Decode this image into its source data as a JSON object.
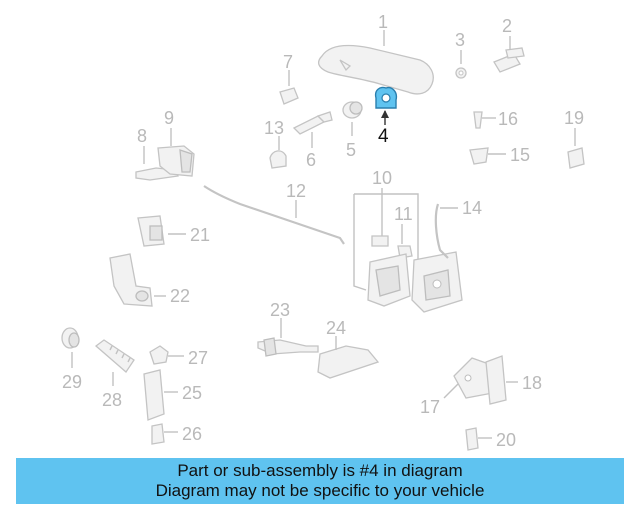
{
  "diagram": {
    "highlight_color": "#5fc3f0",
    "highlighted_part": "4",
    "callouts": {
      "c1": "1",
      "c2": "2",
      "c3": "3",
      "c4": "4",
      "c5": "5",
      "c6": "6",
      "c7": "7",
      "c8": "8",
      "c9": "9",
      "c10": "10",
      "c11": "11",
      "c12": "12",
      "c13": "13",
      "c14": "14",
      "c15": "15",
      "c16": "16",
      "c17": "17",
      "c18": "18",
      "c19": "19",
      "c20": "20",
      "c21": "21",
      "c22": "22",
      "c23": "23",
      "c24": "24",
      "c25": "25",
      "c26": "26",
      "c27": "27",
      "c28": "28",
      "c29": "29"
    }
  },
  "banner": {
    "line1": "Part or sub-assembly is #4 in diagram",
    "line2": "Diagram may not be specific to your vehicle",
    "background": "#5fc3f0"
  }
}
